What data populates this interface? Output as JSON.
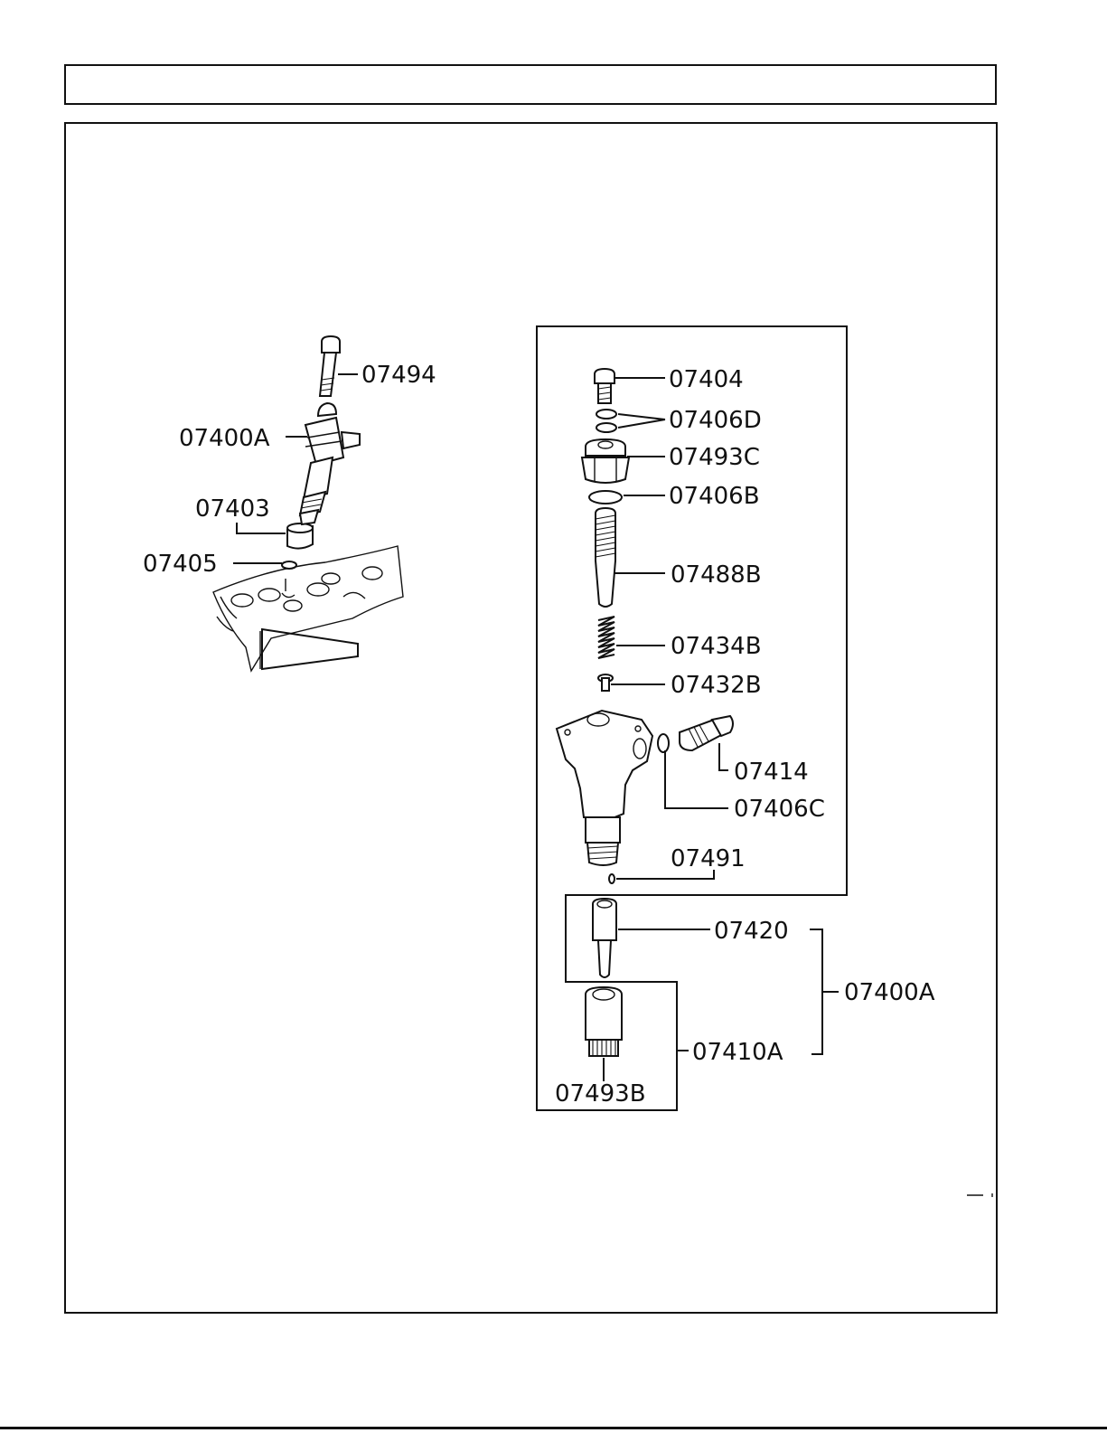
{
  "title": "",
  "callouts": {
    "p07494": "07494",
    "p07400A_left": "07400A",
    "p07403": "07403",
    "p07405": "07405",
    "p07404": "07404",
    "p07406D": "07406D",
    "p07493C": "07493C",
    "p07406B": "07406B",
    "p07488B": "07488B",
    "p07434B": "07434B",
    "p07432B": "07432B",
    "p07414": "07414",
    "p07406C": "07406C",
    "p07491": "07491",
    "p07420": "07420",
    "p07400A_right": "07400A",
    "p07410A": "07410A",
    "p07493B": "07493B"
  }
}
